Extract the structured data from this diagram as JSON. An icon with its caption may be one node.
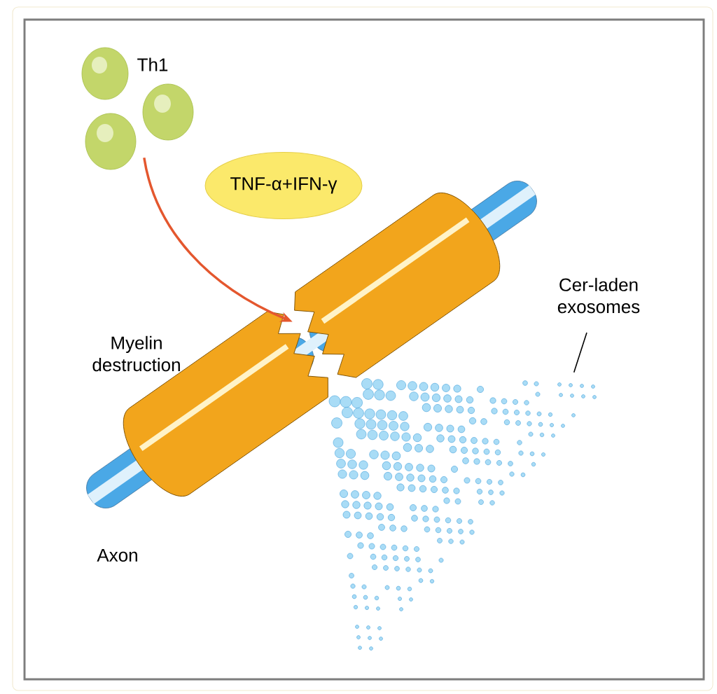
{
  "diagram": {
    "nodes": [
      {
        "text": [
          "Th1"
        ]
      },
      {
        "text": [
          "TNF-α+IFN-γ"
        ]
      },
      {
        "text": [],
        "shape": "picture"
      },
      {
        "text": [
          "Cer-laden exosomes"
        ]
      },
      {
        "text": [],
        "shape": "picture"
      }
    ],
    "edges": [
      {
        "from": 0,
        "to": 2,
        "arrow": "to",
        "style": "thick",
        "color": "#e4572e"
      },
      {
        "from": 3,
        "to": 4,
        "arrow": "none",
        "color": "#000000"
      }
    ],
    "labels": [
      "Myelin destruction",
      "Axon"
    ]
  }
}
